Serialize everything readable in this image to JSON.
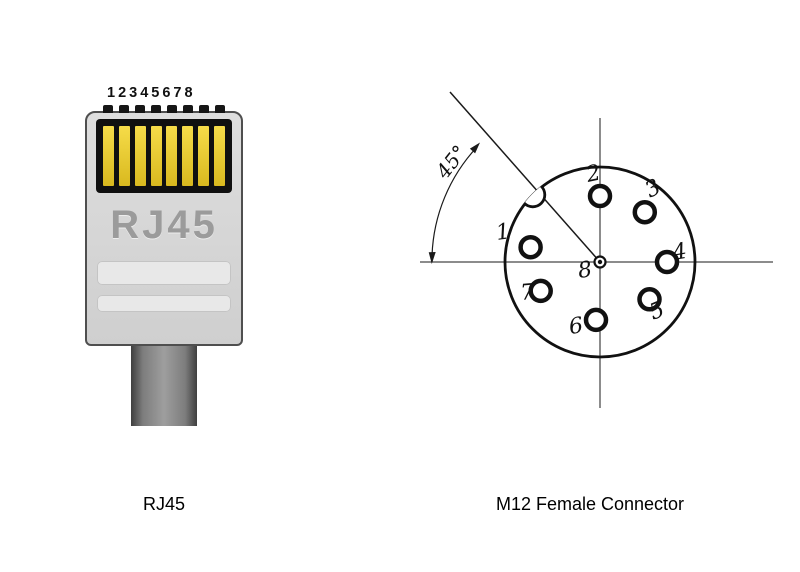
{
  "rj45": {
    "pin_numbers": "12345678",
    "body_label": "RJ45",
    "caption": "RJ45"
  },
  "m12": {
    "caption": "M12 Female Connector",
    "angle_label": "45°",
    "pin_labels": {
      "p1": "1",
      "p2": "2",
      "p3": "3",
      "p4": "4",
      "p5": "5",
      "p6": "6",
      "p7": "7",
      "p8": "8"
    }
  },
  "colors": {
    "background": "#ffffff",
    "pin_gold": "#e9c933",
    "connector_body_gray": "#d6d6d6",
    "pin_block_black": "#111111",
    "cable_gray": "#8f8f8f",
    "embossed_label_gray": "#9b9b9b",
    "line_color": "#1a1a1a"
  }
}
